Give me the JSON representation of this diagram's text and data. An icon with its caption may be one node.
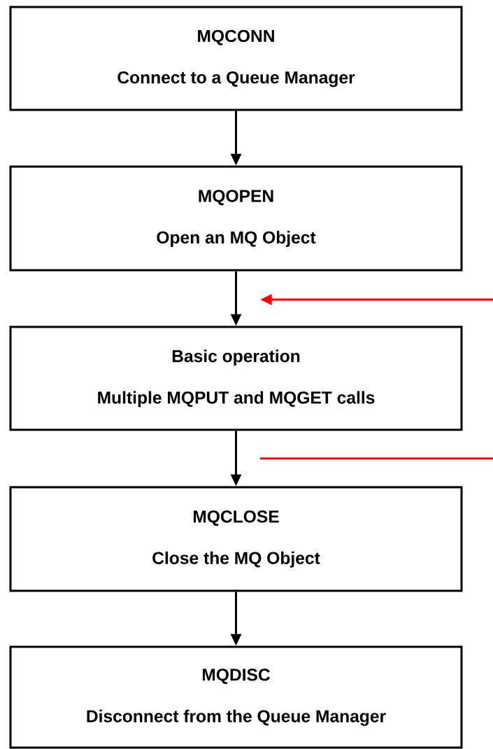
{
  "diagram": {
    "nodes": [
      {
        "text": [
          "MQCONN",
          "Connect to a Queue Manager"
        ]
      },
      {
        "text": [
          "MQOPEN",
          "Open an MQ Object"
        ]
      },
      {
        "text": [
          "Basic operation",
          "Multiple MQPUT and MQGET calls"
        ]
      },
      {
        "text": [
          "MQCLOSE",
          "Close the MQ Object"
        ]
      },
      {
        "text": [
          "MQDISC",
          "Disconnect from the Queue Manager"
        ]
      }
    ],
    "edges": [
      {
        "from": 0,
        "to": 1,
        "arrow": "to"
      },
      {
        "from": 1,
        "to": 2,
        "arrow": "to"
      },
      {
        "from": 2,
        "to": 3,
        "arrow": "to"
      },
      {
        "from": 3,
        "to": 4,
        "arrow": "to"
      }
    ]
  }
}
